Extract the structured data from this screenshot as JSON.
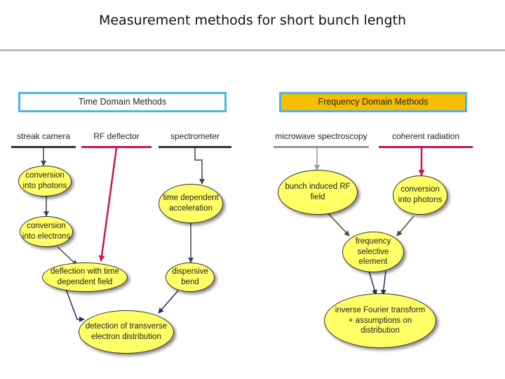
{
  "title": "Measurement methods for short bunch length",
  "time_domain": {
    "header": "Time Domain Methods",
    "methods": [
      "streak camera",
      "RF deflector",
      "spectrometer"
    ],
    "nodes": {
      "conv_photons": "conversion into photons",
      "conv_electrons": "conversion into electrons",
      "time_dep_accel": "time dependent acceleration",
      "deflection": "deflection with time dependent field",
      "dispersive": "dispersive bend",
      "detection": "detection of transverse electron distribution"
    }
  },
  "frequency_domain": {
    "header": "Frequency Domain Methods",
    "header_color": "#f5be00",
    "methods": [
      "microwave spectroscopy",
      "coherent radiation"
    ],
    "nodes": {
      "bunch_rf": "bunch induced RF field",
      "conv_photons": "conversion into photons",
      "freq_selective": "frequency selective element",
      "inverse_fourier": "inverse Fourier transform + assumptions on distribution"
    }
  },
  "colors": {
    "node_fill": "#ffff66",
    "header_border": "#4fb3e8",
    "arrow_dark": "#444444",
    "arrow_red": "#c8145a",
    "arrow_gray": "#999999",
    "arrow_green": "#3a5a1a",
    "arrow_navy": "#1f2f5a"
  }
}
